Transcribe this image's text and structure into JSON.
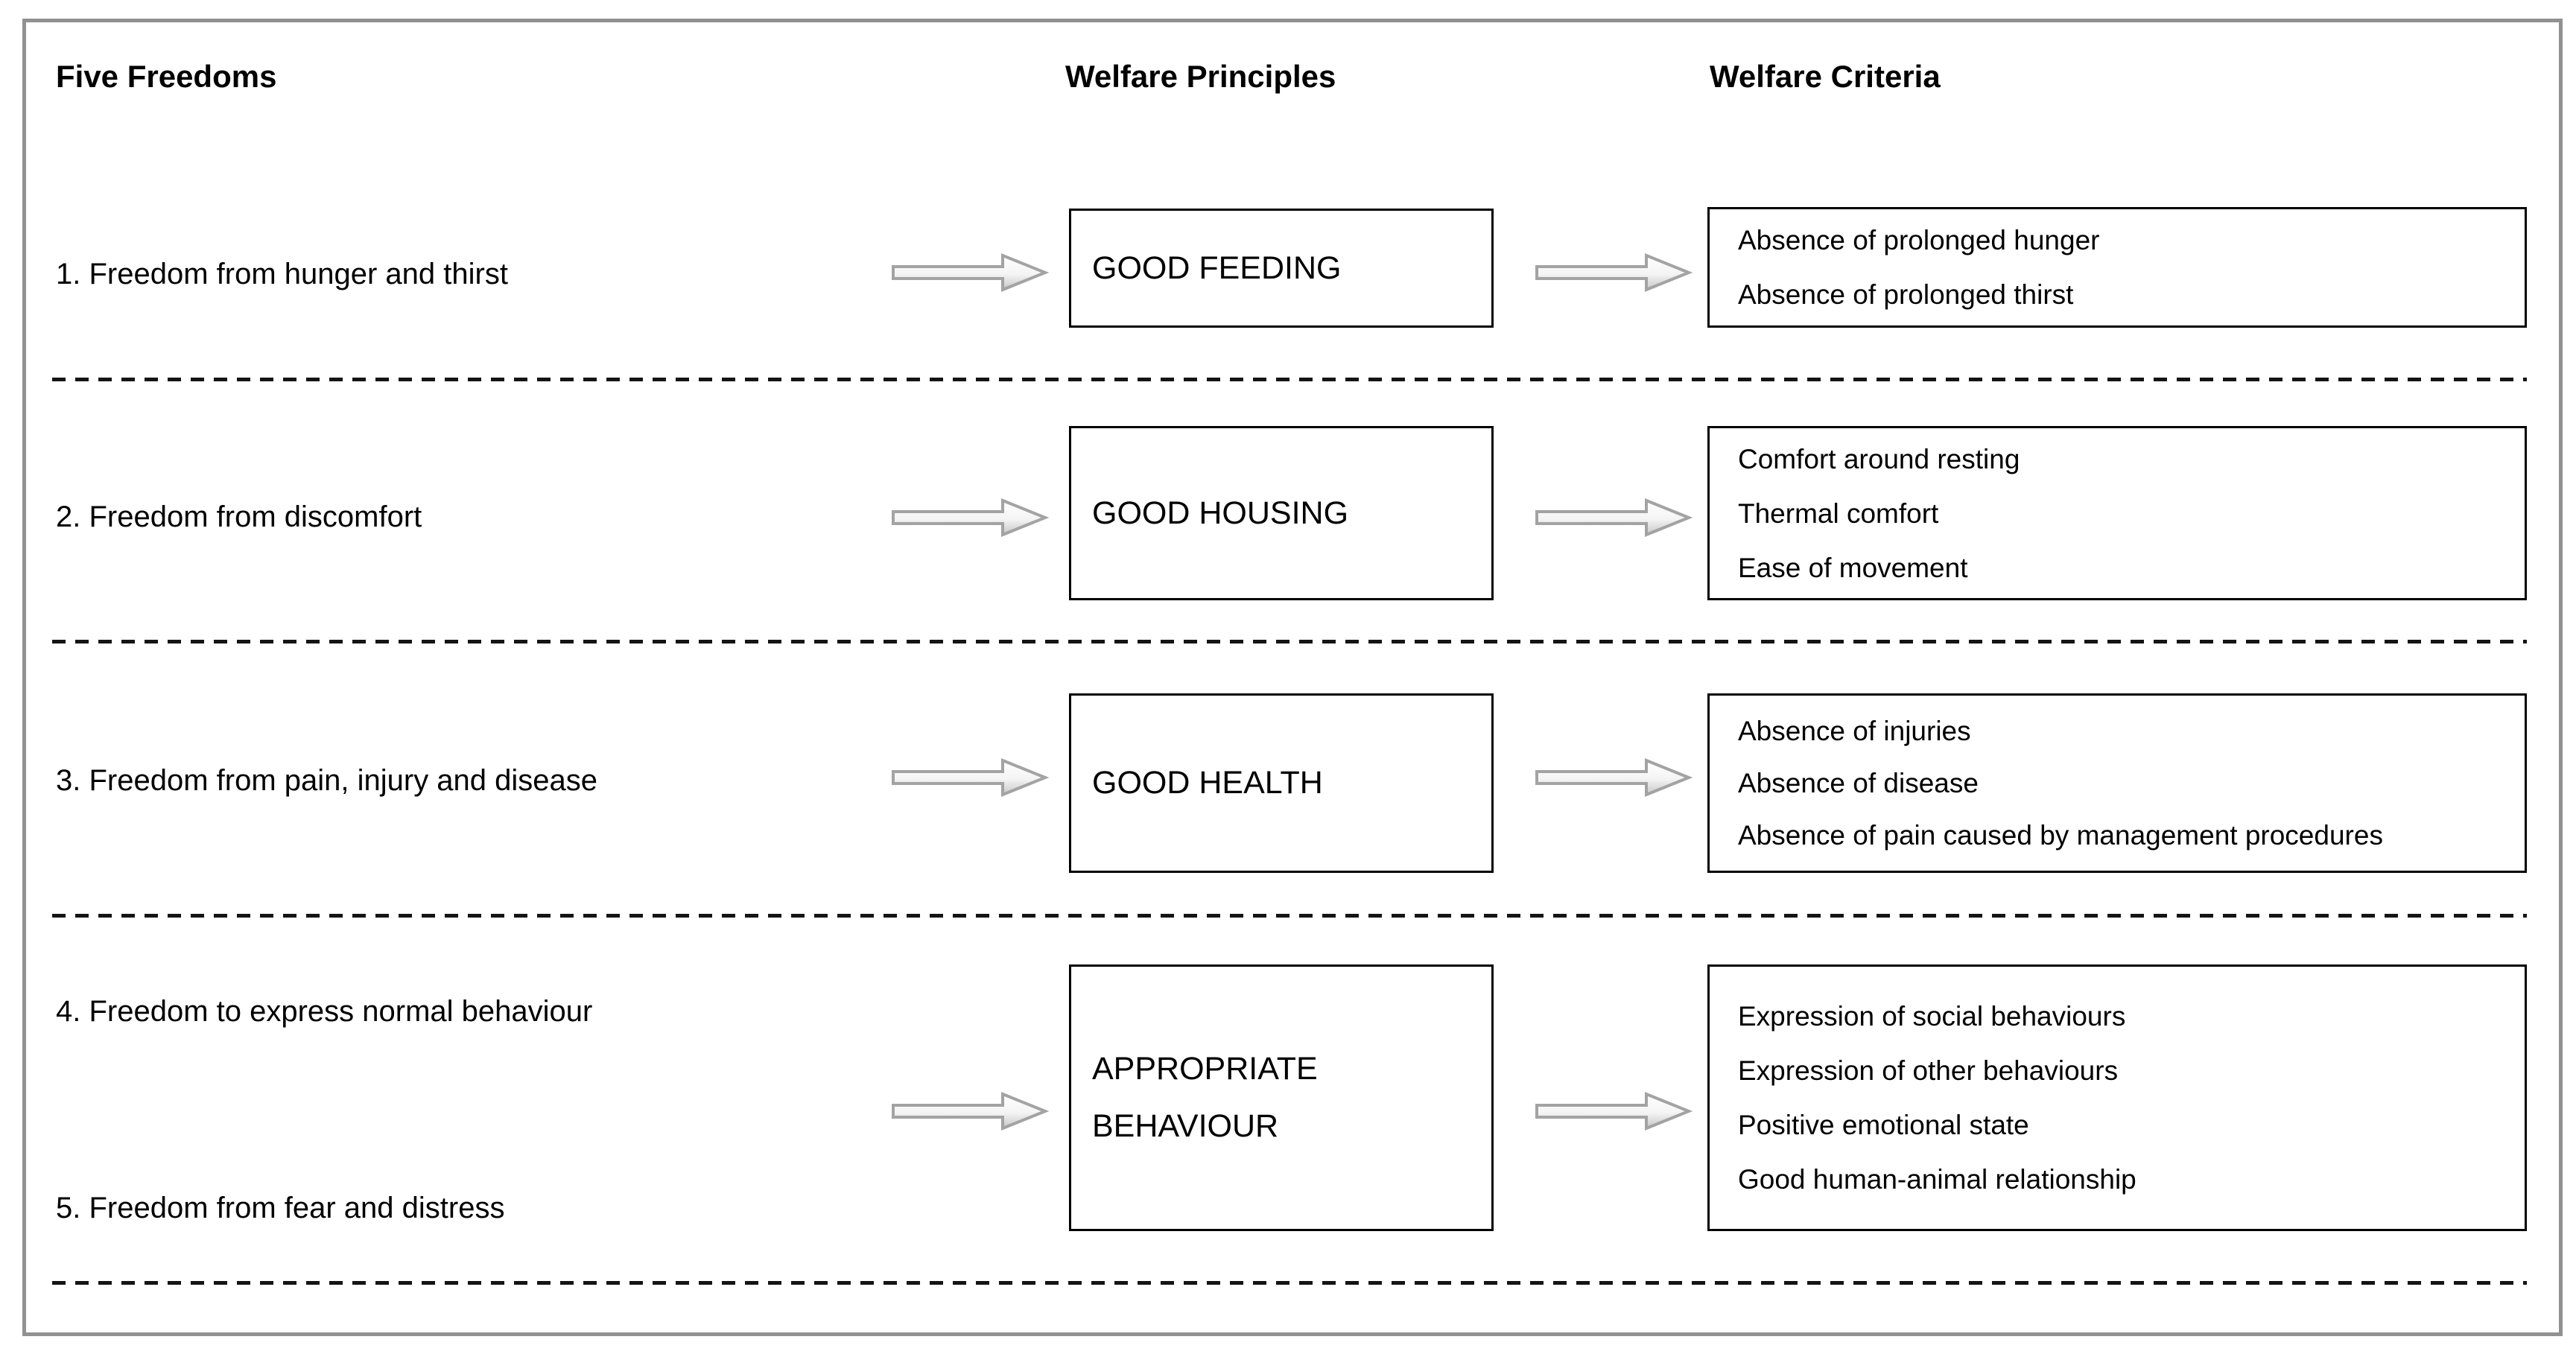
{
  "headers": {
    "five_freedoms": "Five Freedoms",
    "welfare_principles": "Welfare Principles",
    "welfare_criteria": "Welfare Criteria"
  },
  "rows": [
    {
      "freedoms": [
        "1. Freedom from hunger and thirst"
      ],
      "principle": "GOOD FEEDING",
      "criteria": [
        "Absence of prolonged hunger",
        "Absence of prolonged thirst"
      ]
    },
    {
      "freedoms": [
        "2. Freedom from discomfort"
      ],
      "principle": "GOOD HOUSING",
      "criteria": [
        "Comfort around resting",
        "Thermal comfort",
        "Ease of movement"
      ]
    },
    {
      "freedoms": [
        "3. Freedom from pain, injury and disease"
      ],
      "principle": "GOOD HEALTH",
      "criteria": [
        "Absence of injuries",
        "Absence of disease",
        "Absence of pain caused by management procedures"
      ]
    },
    {
      "freedoms": [
        "4. Freedom to express normal behaviour",
        "5. Freedom from fear and distress"
      ],
      "principle": "APPROPRIATE BEHAVIOUR",
      "criteria": [
        "Expression of social behaviours",
        "Expression of other behaviours",
        "Positive emotional state",
        "Good human-animal relationship"
      ]
    }
  ],
  "colors": {
    "frame_border": "#919191",
    "box_border": "#000000",
    "arrow_outline": "#a3a3a3",
    "dash_line": "#141414",
    "text": "#000000",
    "background": "#ffffff"
  }
}
